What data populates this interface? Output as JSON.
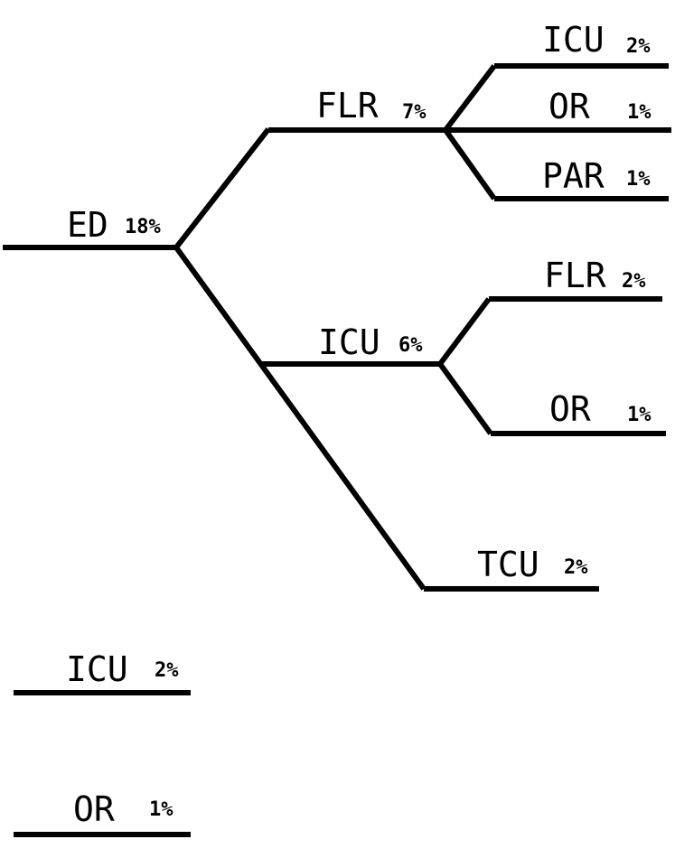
{
  "diagram": {
    "nodes": {
      "ed": {
        "label": "ED",
        "pct": "18%"
      },
      "ed_flr": {
        "label": "FLR",
        "pct": "7%"
      },
      "ed_flr_icu": {
        "label": "ICU",
        "pct": "2%"
      },
      "ed_flr_or": {
        "label": "OR",
        "pct": "1%"
      },
      "ed_flr_par": {
        "label": "PAR",
        "pct": "1%"
      },
      "ed_icu": {
        "label": "ICU",
        "pct": "6%"
      },
      "ed_icu_flr": {
        "label": "FLR",
        "pct": "2%"
      },
      "ed_icu_or": {
        "label": "OR",
        "pct": "1%"
      },
      "ed_icu_tcu": {
        "label": "TCU",
        "pct": "2%"
      },
      "standalone_icu": {
        "label": "ICU",
        "pct": "2%"
      },
      "standalone_or": {
        "label": "OR",
        "pct": "1%"
      }
    },
    "colors": {
      "line": "#000000",
      "text": "#000000",
      "background": "#ffffff"
    }
  }
}
